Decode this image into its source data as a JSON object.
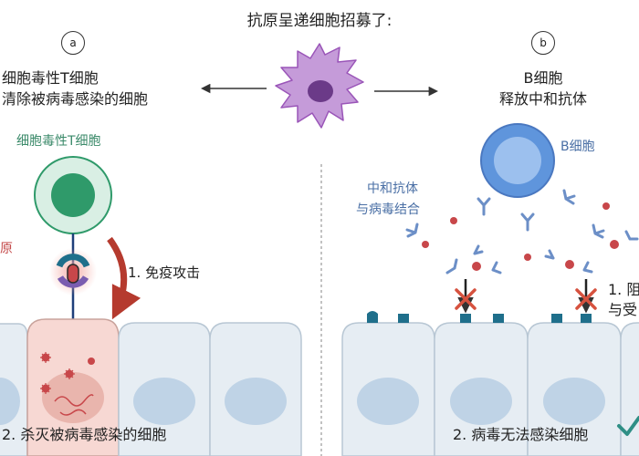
{
  "title": "抗原呈递细胞招募了:",
  "left": {
    "badge": "a",
    "header_line1": "细胞毒性T细胞",
    "header_line2": "清除被病毒感染的细胞",
    "cell_label": "细胞毒性T细胞",
    "antigen_label": "原",
    "step1": "1. 免疫攻击",
    "step2": "2. 杀灭被病毒感染的细胞"
  },
  "right": {
    "badge": "b",
    "header_line1": "B细胞",
    "header_line2": "释放中和抗体",
    "cell_label": "B细胞",
    "antibody_label_line1": "中和抗体",
    "antibody_label_line2": "与病毒结合",
    "step1_line1": "1. 阻",
    "step1_line2": "与受",
    "step2": "2. 病毒无法感染细胞"
  },
  "colors": {
    "tcell": "#2f9a6a",
    "bcell": "#5f95dc",
    "dendritic": "#9a55b8",
    "virus": "#c8474a",
    "receptor": "#1f6f8b",
    "epithelium": "#e6edf3",
    "infected": "#f7d8d3"
  }
}
